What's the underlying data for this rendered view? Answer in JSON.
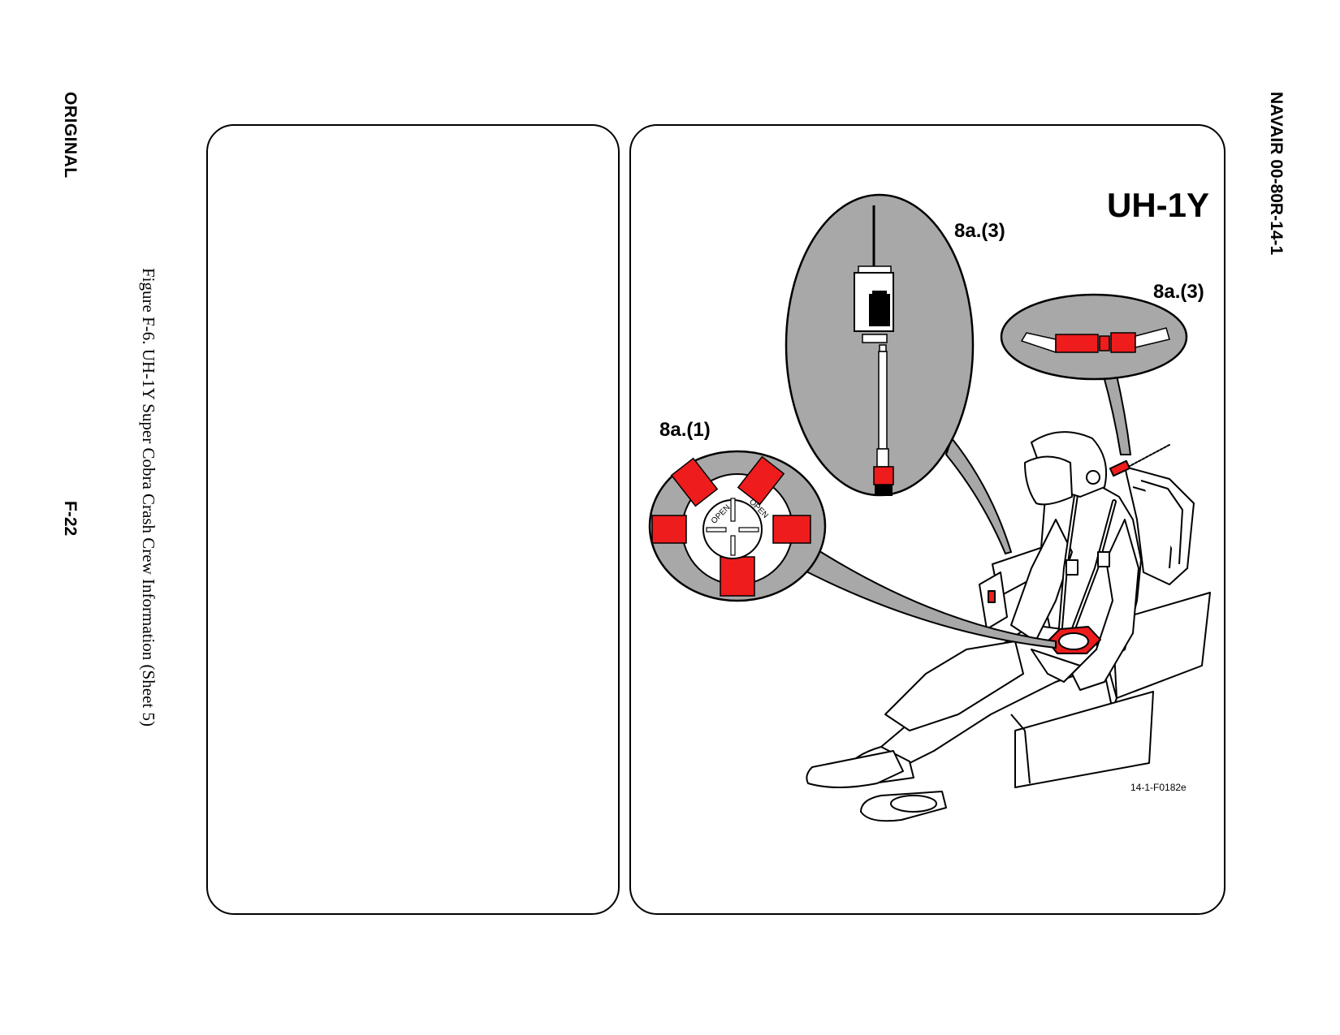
{
  "page": {
    "status_mark": "ORIGINAL",
    "page_number": "F-22",
    "document_number": "NAVAIR 00-80R-14-1",
    "figure_caption": "Figure F-6.  UH-1Y Super Cobra Crash Crew Information (Sheet 5)"
  },
  "illustration": {
    "aircraft": "UH-1Y",
    "callout_radio": "8a.(3)",
    "callout_strap": "8a.(3)",
    "callout_buckle": "8a.(1)",
    "buckle_label_left": "OPEN",
    "buckle_label_right": "OPEN",
    "drawing_id": "14-1-F0182e"
  },
  "colors": {
    "highlight_red": "#ee1c1c",
    "inset_gray": "#a8a8a8"
  }
}
